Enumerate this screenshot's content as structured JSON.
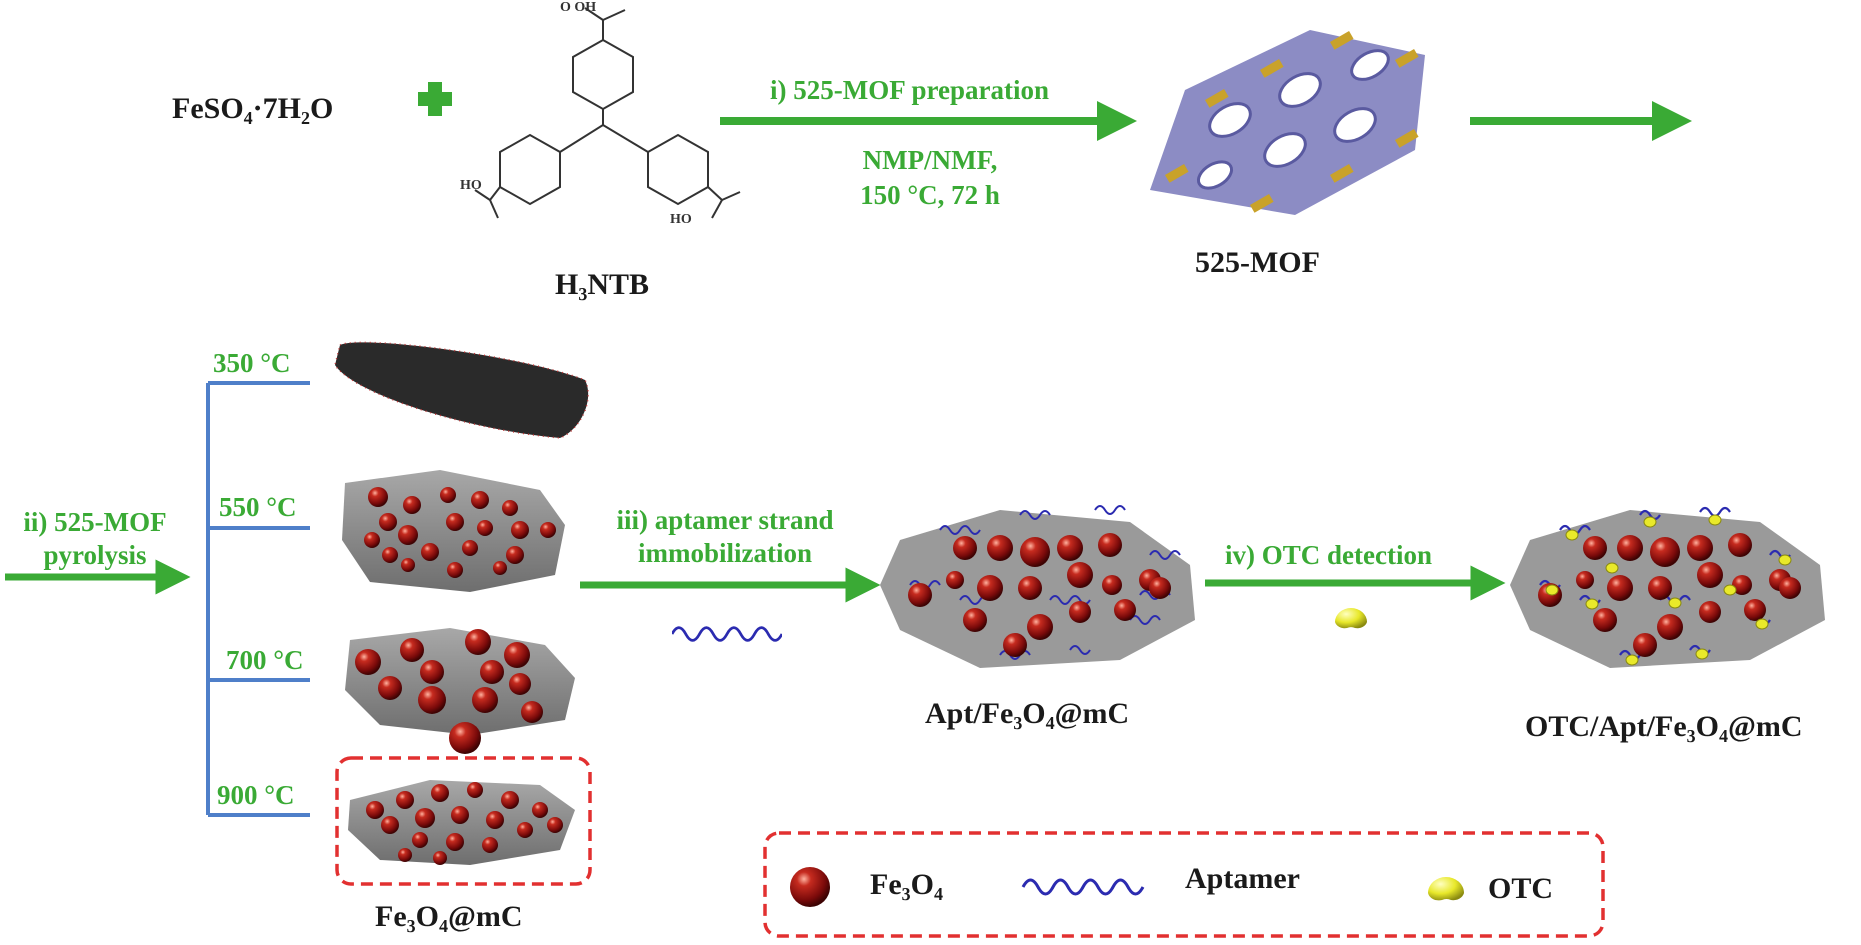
{
  "reagents": {
    "iron_salt": "FeSO₄·7H₂O",
    "ligand_oh_top": "O OH",
    "ligand_ho_left": "HO",
    "ligand_ho_right": "HO",
    "ligand_name": "H₃NTB"
  },
  "step1": {
    "title": "i) 525-MOF preparation",
    "cond1": "NMP/NMF,",
    "cond2": "150 °C, 72 h",
    "product": "525-MOF"
  },
  "step2": {
    "line1": "ii) 525-MOF",
    "line2": "pyrolysis",
    "temps": [
      "350 °C",
      "550 °C",
      "700 °C",
      "900 °C"
    ],
    "product": "Fe₃O₄@mC"
  },
  "step3": {
    "line1": "iii) aptamer strand",
    "line2": "immobilization",
    "product": "Apt/Fe₃O₄@mC"
  },
  "step4": {
    "title": "iv) OTC detection",
    "product": "OTC/Apt/Fe₃O₄@mC"
  },
  "legend": {
    "items": [
      "Fe₃O₄",
      "Aptamer",
      "OTC"
    ]
  },
  "colors": {
    "arrow_green": "#3aaa35",
    "bracket_blue": "#4f7fc9",
    "particle_red": "#9b1212",
    "carbon_gray": "#8a8a8a",
    "aptamer_blue": "#2b2bb0",
    "otc_yellow": "#e9e92a",
    "highlight_red": "#e23030"
  }
}
